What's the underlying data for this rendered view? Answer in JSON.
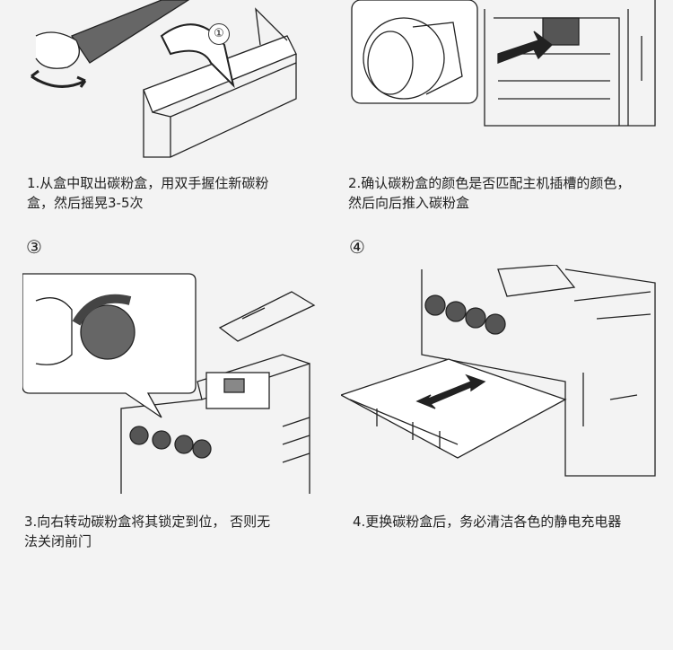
{
  "steps": [
    {
      "number": "1",
      "caption_line1": "1.从盒中取出碳粉盒，用双手握住新碳粉",
      "caption_line2": "盒，然后摇晃3-5次",
      "callout": "①"
    },
    {
      "number": "2",
      "caption_line1": "2.确认碳粉盒的颜色是否匹配主机插槽的颜色，",
      "caption_line2": "然后向后推入碳粉盒"
    },
    {
      "number": "③",
      "caption_line1": "3.向右转动碳粉盒将其锁定到位， 否则无",
      "caption_line2": "法关闭前门"
    },
    {
      "number": "④",
      "caption_line1": "4.更换碳粉盒后，务必清洁各色的静电充电器",
      "caption_line2": ""
    }
  ]
}
